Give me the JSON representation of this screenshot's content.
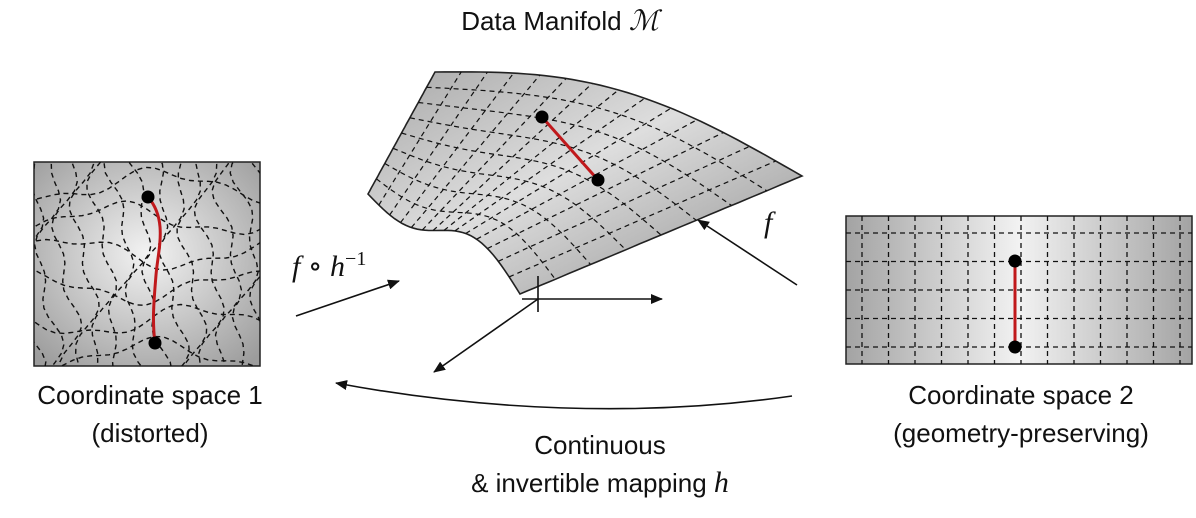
{
  "title": {
    "text": "Data Manifold",
    "symbol": "ℳ"
  },
  "coordinate_space_1": {
    "line1": "Coordinate space 1",
    "line2": "(distorted)"
  },
  "coordinate_space_2": {
    "line1": "Coordinate space 2",
    "line2": "(geometry-preserving)"
  },
  "mapping_h": {
    "line1": "Continuous",
    "line2_prefix": "& invertible mapping",
    "symbol": "h"
  },
  "arrow_labels": {
    "f_compose_h_inv": {
      "base": "f ∘ h",
      "sup": "−1"
    },
    "f": "f"
  },
  "colors": {
    "geodesic": "#c0191c",
    "point": "#000000",
    "grid": "#111111",
    "surface_light": "#efefef",
    "surface_dark": "#9a9a9a"
  }
}
